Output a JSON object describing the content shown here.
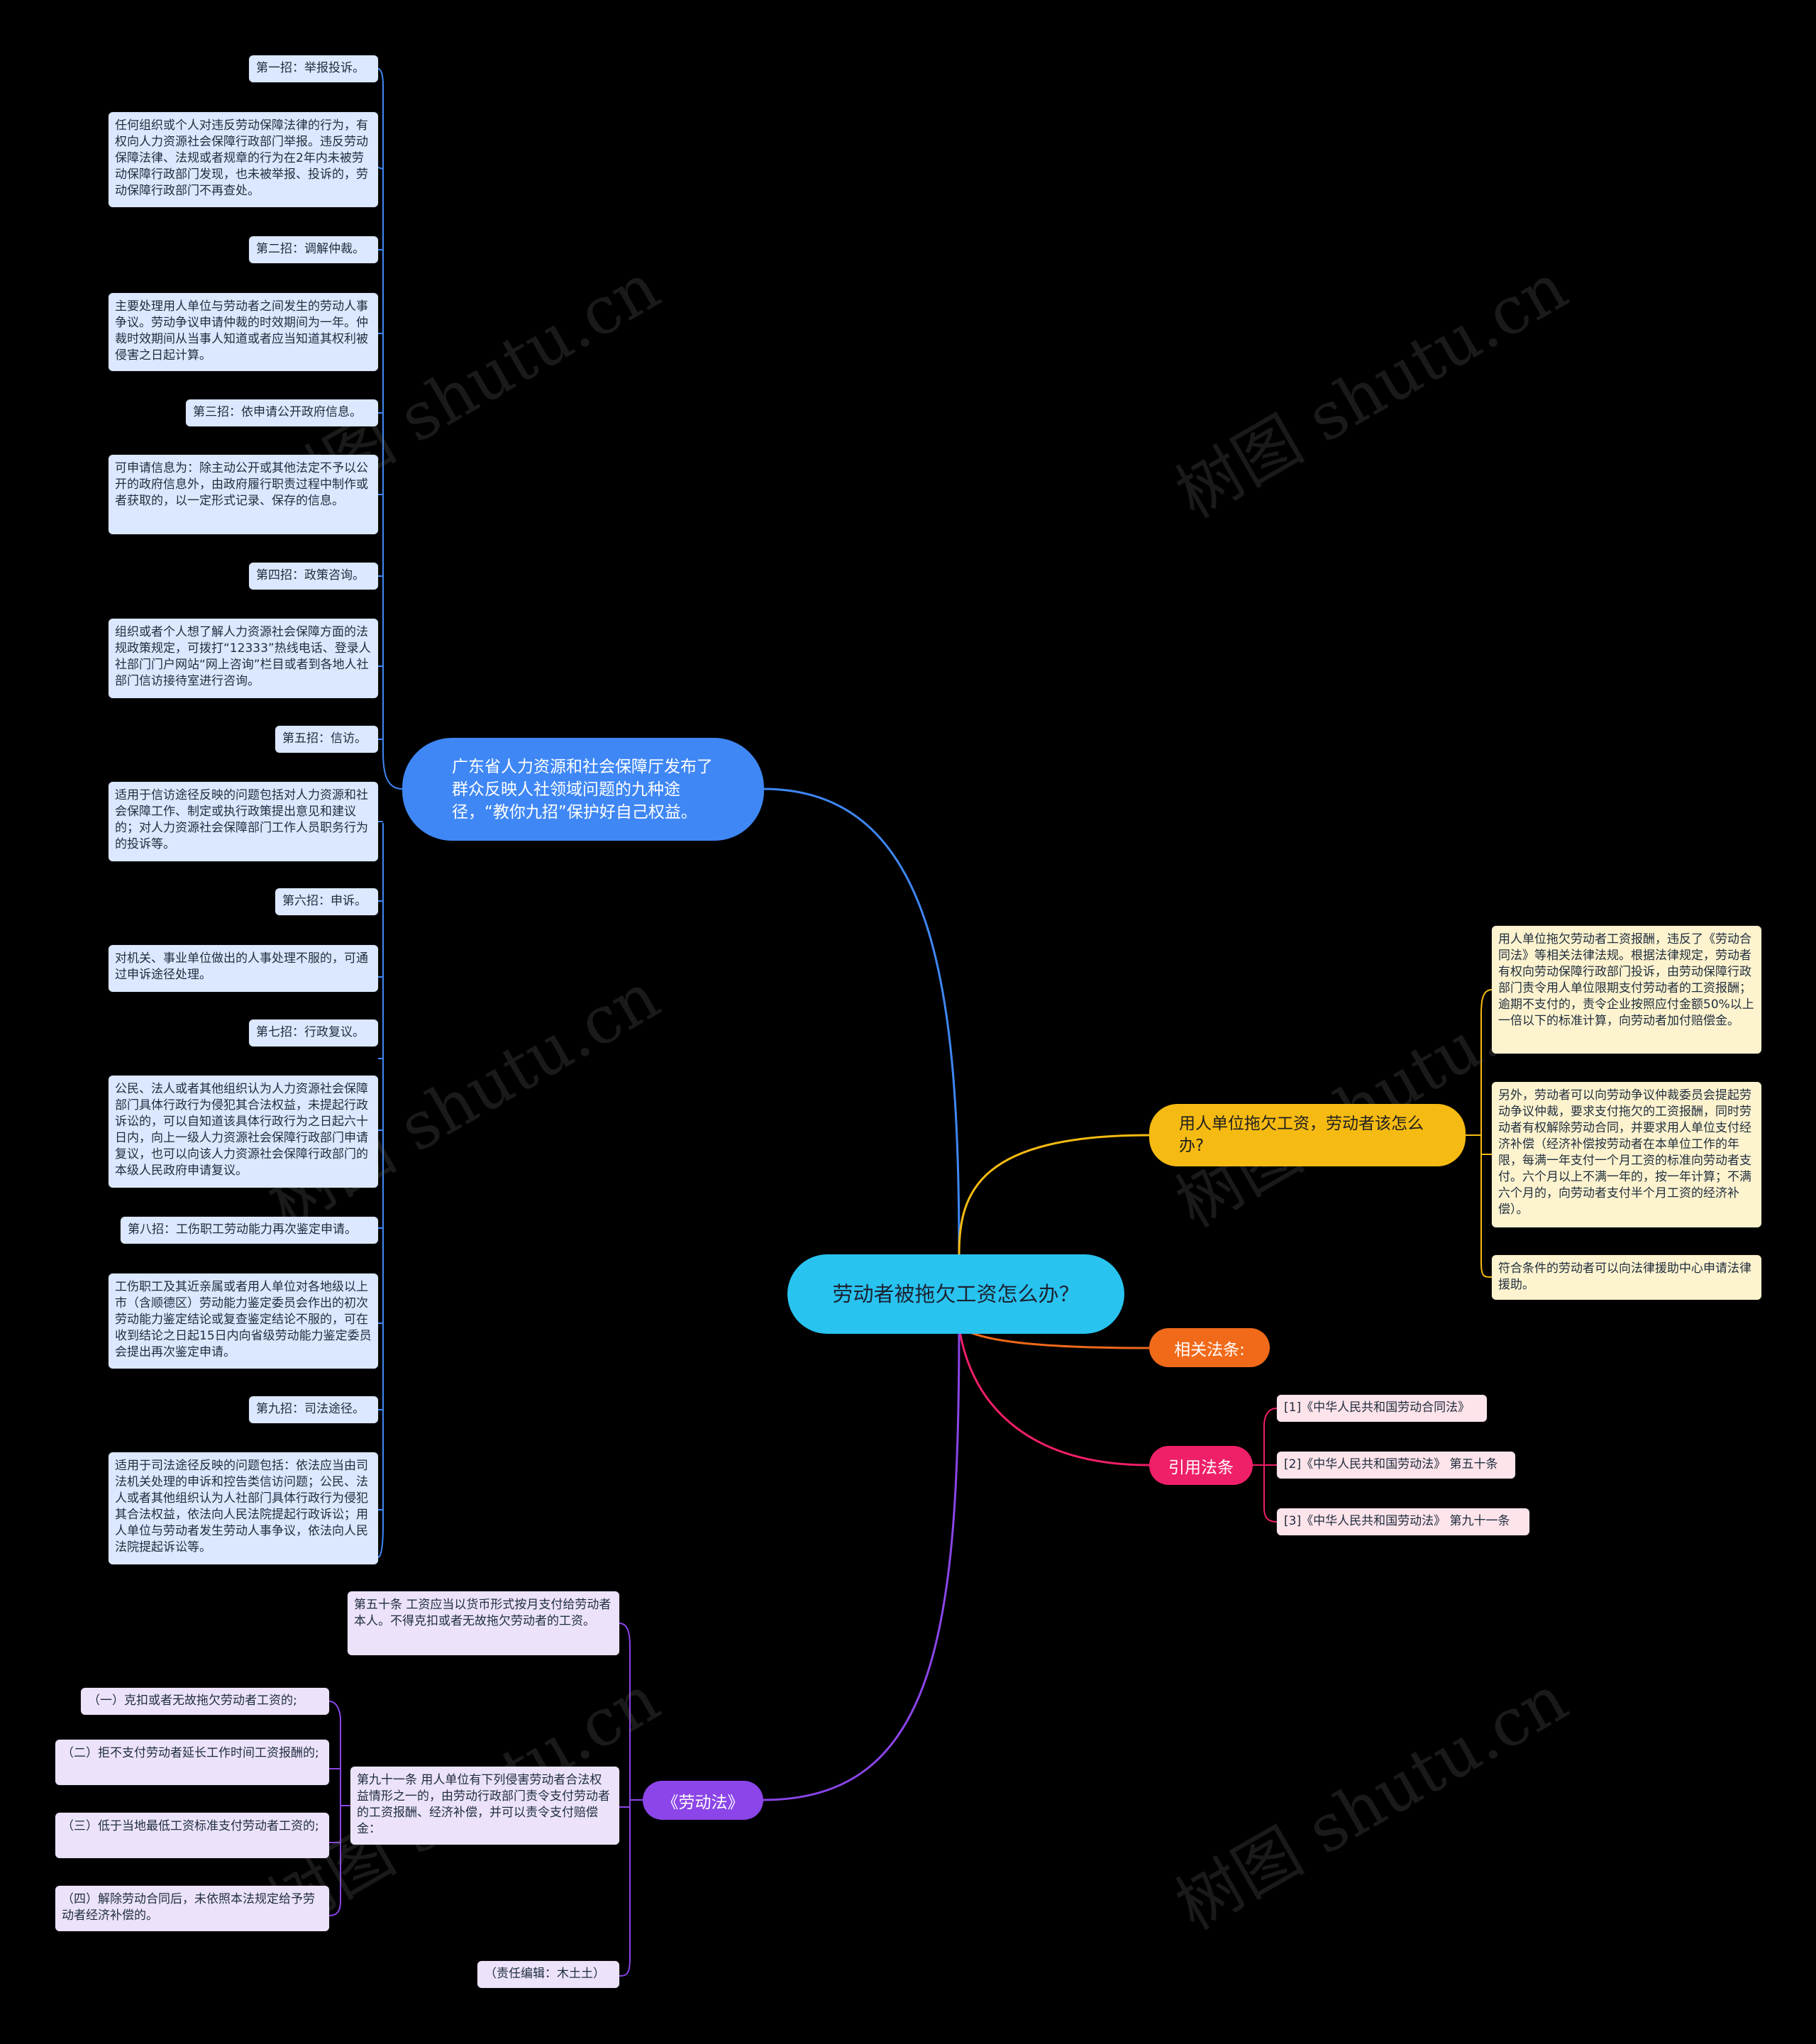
{
  "center": "劳动者被拖欠工资怎么办？",
  "branches": {
    "guangdong": {
      "label": "广东省人力资源和社会保障厅发布了群众反映人社领域问题的九种途径，“教你九招”保护好自己权益。",
      "items": [
        "第一招：举报投诉。",
        "任何组织或个人对违反劳动保障法律的行为，有权向人力资源社会保障行政部门举报。违反劳动保障法律、法规或者规章的行为在2年内未被劳动保障行政部门发现，也未被举报、投诉的，劳动保障行政部门不再查处。",
        "第二招：调解仲裁。",
        "主要处理用人单位与劳动者之间发生的劳动人事争议。劳动争议申请仲裁的时效期间为一年。仲裁时效期间从当事人知道或者应当知道其权利被侵害之日起计算。",
        "第三招：依申请公开政府信息。",
        "可申请信息为：除主动公开或其他法定不予以公开的政府信息外，由政府履行职责过程中制作或者获取的，以一定形式记录、保存的信息。",
        "第四招：政策咨询。",
        "组织或者个人想了解人力资源社会保障方面的法规政策规定，可拨打“12333”热线电话、登录人社部门门户网站“网上咨询”栏目或者到各地人社部门信访接待室进行咨询。",
        "第五招：信访。",
        "适用于信访途径反映的问题包括对人力资源和社会保障工作、制定或执行政策提出意见和建议的；对人力资源社会保障部门工作人员职务行为的投诉等。",
        "第六招：申诉。",
        "对机关、事业单位做出的人事处理不服的，可通过申诉途径处理。",
        "第七招：行政复议。",
        "公民、法人或者其他组织认为人力资源社会保障部门具体行政行为侵犯其合法权益，未提起行政诉讼的，可以自知道该具体行政行为之日起六十日内，向上一级人力资源社会保障行政部门申请复议，也可以向该人力资源社会保障行政部门的本级人民政府申请复议。",
        "第八招：工伤职工劳动能力再次鉴定申请。",
        "工伤职工及其近亲属或者用人单位对各地级以上市（含顺德区）劳动能力鉴定委员会作出的初次劳动能力鉴定结论或复查鉴定结论不服的，可在收到结论之日起15日内向省级劳动能力鉴定委员会提出再次鉴定申请。",
        "第九招：司法途径。",
        "适用于司法途径反映的问题包括：依法应当由司法机关处理的申诉和控告类信访问题；公民、法人或者其他组织认为人社部门具体行政行为侵犯其合法权益，依法向人民法院提起行政诉讼；用人单位与劳动者发生劳动人事争议，依法向人民法院提起诉讼等。"
      ]
    },
    "employer": {
      "label": "用人单位拖欠工资，劳动者该怎么办?",
      "items": [
        "用人单位拖欠劳动者工资报酬，违反了《劳动合同法》等相关法律法规。根据法律规定，劳动者有权向劳动保障行政部门投诉，由劳动保障行政部门责令用人单位限期支付劳动者的工资报酬；逾期不支付的，责令企业按照应付金额50%以上一倍以下的标准计算，向劳动者加付赔偿金。",
        "另外，劳动者可以向劳动争议仲裁委员会提起劳动争议仲裁，要求支付拖欠的工资报酬，同时劳动者有权解除劳动合同，并要求用人单位支付经济补偿（经济补偿按劳动者在本单位工作的年限，每满一年支付一个月工资的标准向劳动者支付。六个月以上不满一年的，按一年计算；不满六个月的，向劳动者支付半个月工资的经济补偿）。",
        "符合条件的劳动者可以向法律援助中心申请法律援助。"
      ]
    },
    "related": {
      "label": "相关法条:"
    },
    "cited": {
      "label": "引用法条",
      "items": [
        "[1]《中华人民共和国劳动合同法》",
        "[2]《中华人民共和国劳动法》 第五十条",
        "[3]《中华人民共和国劳动法》 第九十一条"
      ]
    },
    "labor_law": {
      "label": "《劳动法》",
      "art50": "第五十条 工资应当以货币形式按月支付给劳动者本人。不得克扣或者无故拖欠劳动者的工资。",
      "art91": "第九十一条 用人单位有下列侵害劳动者合法权益情形之一的，由劳动行政部门责令支付劳动者的工资报酬、经济补偿，并可以责令支付赔偿金：",
      "art91_items": [
        "（一）克扣或者无故拖欠劳动者工资的;",
        "（二）拒不支付劳动者延长工作时间工资报酬的;",
        "（三）低于当地最低工资标准支付劳动者工资的;",
        "（四）解除劳动合同后，未依照本法规定给予劳动者经济补偿的。"
      ],
      "editor": "（责任编辑：木土土）"
    }
  },
  "watermark": "树图 shutu.cn",
  "colors": {
    "background": "#000000",
    "center": "#29c3f0",
    "blue_branch": "#3f87f5",
    "yellow_branch": "#f6bb12",
    "orange_branch": "#f06a1a",
    "red_branch": "#ef1f6a",
    "purple_branch": "#8b45e8"
  }
}
